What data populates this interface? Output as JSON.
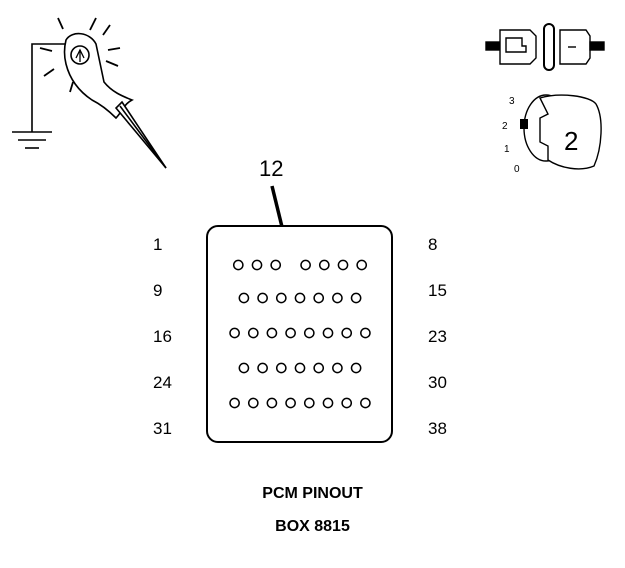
{
  "caption": {
    "title": "PCM PINOUT",
    "subtitle": "BOX 8815"
  },
  "callout": {
    "pin": "12"
  },
  "ignition": {
    "key_label": "2",
    "positions": [
      "3",
      "2",
      "1",
      "0"
    ]
  },
  "pin_labels": {
    "left": [
      "1",
      "9",
      "16",
      "24",
      "31"
    ],
    "right": [
      "8",
      "15",
      "23",
      "30",
      "38"
    ]
  },
  "connector_rows": [
    {
      "pins": 7,
      "gap_after": 3
    },
    {
      "pins": 7,
      "gap_after": 0
    },
    {
      "pins": 8,
      "gap_after": 0
    },
    {
      "pins": 7,
      "gap_after": 0
    },
    {
      "pins": 8,
      "gap_after": 0
    }
  ],
  "icons": {
    "probe": "test-light-probe-icon",
    "ground": "ground-symbol-icon",
    "connector": "disconnected-connector-icon",
    "key": "ignition-key-icon"
  }
}
